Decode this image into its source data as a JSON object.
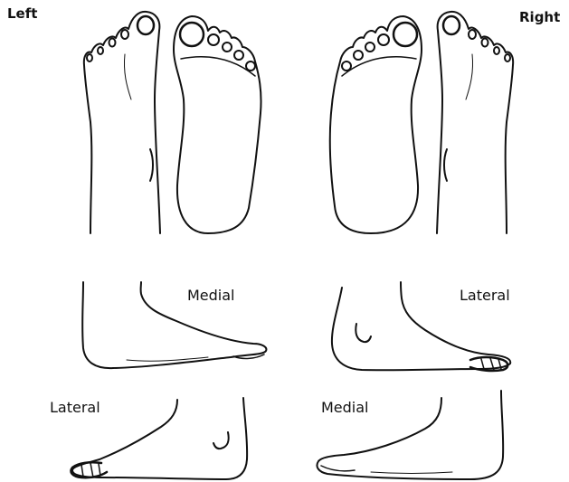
{
  "labels": {
    "left": "Left",
    "right": "Right",
    "medial_left": "Medial",
    "lateral_right": "Lateral",
    "lateral_left": "Lateral",
    "medial_right": "Medial"
  },
  "colors": {
    "ink": "#111111",
    "background": "#ffffff"
  }
}
